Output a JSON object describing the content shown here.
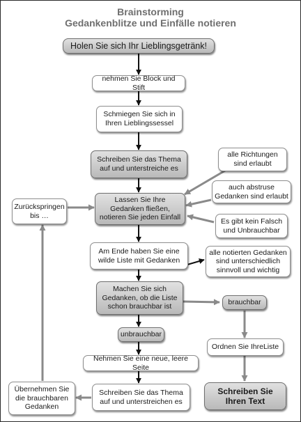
{
  "title": "Brainstorming",
  "subtitle": "Gedankenblitze und Einfälle notieren",
  "steps": {
    "drink": "Holen Sie sich Ihr Lieblingsgetränk!",
    "pen": "nehmen Sie Block und Stift",
    "chair": "Schmiegen Sie sich in Ihren Lieblingssessel",
    "topic": "Schreiben Sie das Thema auf und unterstreiche es",
    "flow": "Lassen Sie Ihre Gedanken fließen, notieren Sie jeden Einfall",
    "list": "Am Ende haben Sie eine wilde Liste mit Gedanken",
    "check": "Machen Sie sich Gedanken, ob die Liste schon brauchbar ist",
    "usable": "brauchbar",
    "unusable": "unbrauchbar",
    "order": "Ordnen Sie IhreListe",
    "write": "Schreiben Sie Ihren Text",
    "new_page": "Nehmen Sie eine neue, leere Seite",
    "topic2": "Schreiben Sie das Thema auf und unterstreichen es",
    "take_over": "Übernehmen Sie die brauchbaren Gedanken",
    "jump_back": "Zurückspringen bis …"
  },
  "notes": {
    "directions": "alle Richtungen sind erlaubt",
    "abstruse": "auch abstruse Gedanken sind erlaubt",
    "no_wrong": "Es gibt kein Falsch und Unbrauchbar",
    "useful": "alle notierten Gedanken sind unterschiedlich sinnvoll und wichtig"
  }
}
